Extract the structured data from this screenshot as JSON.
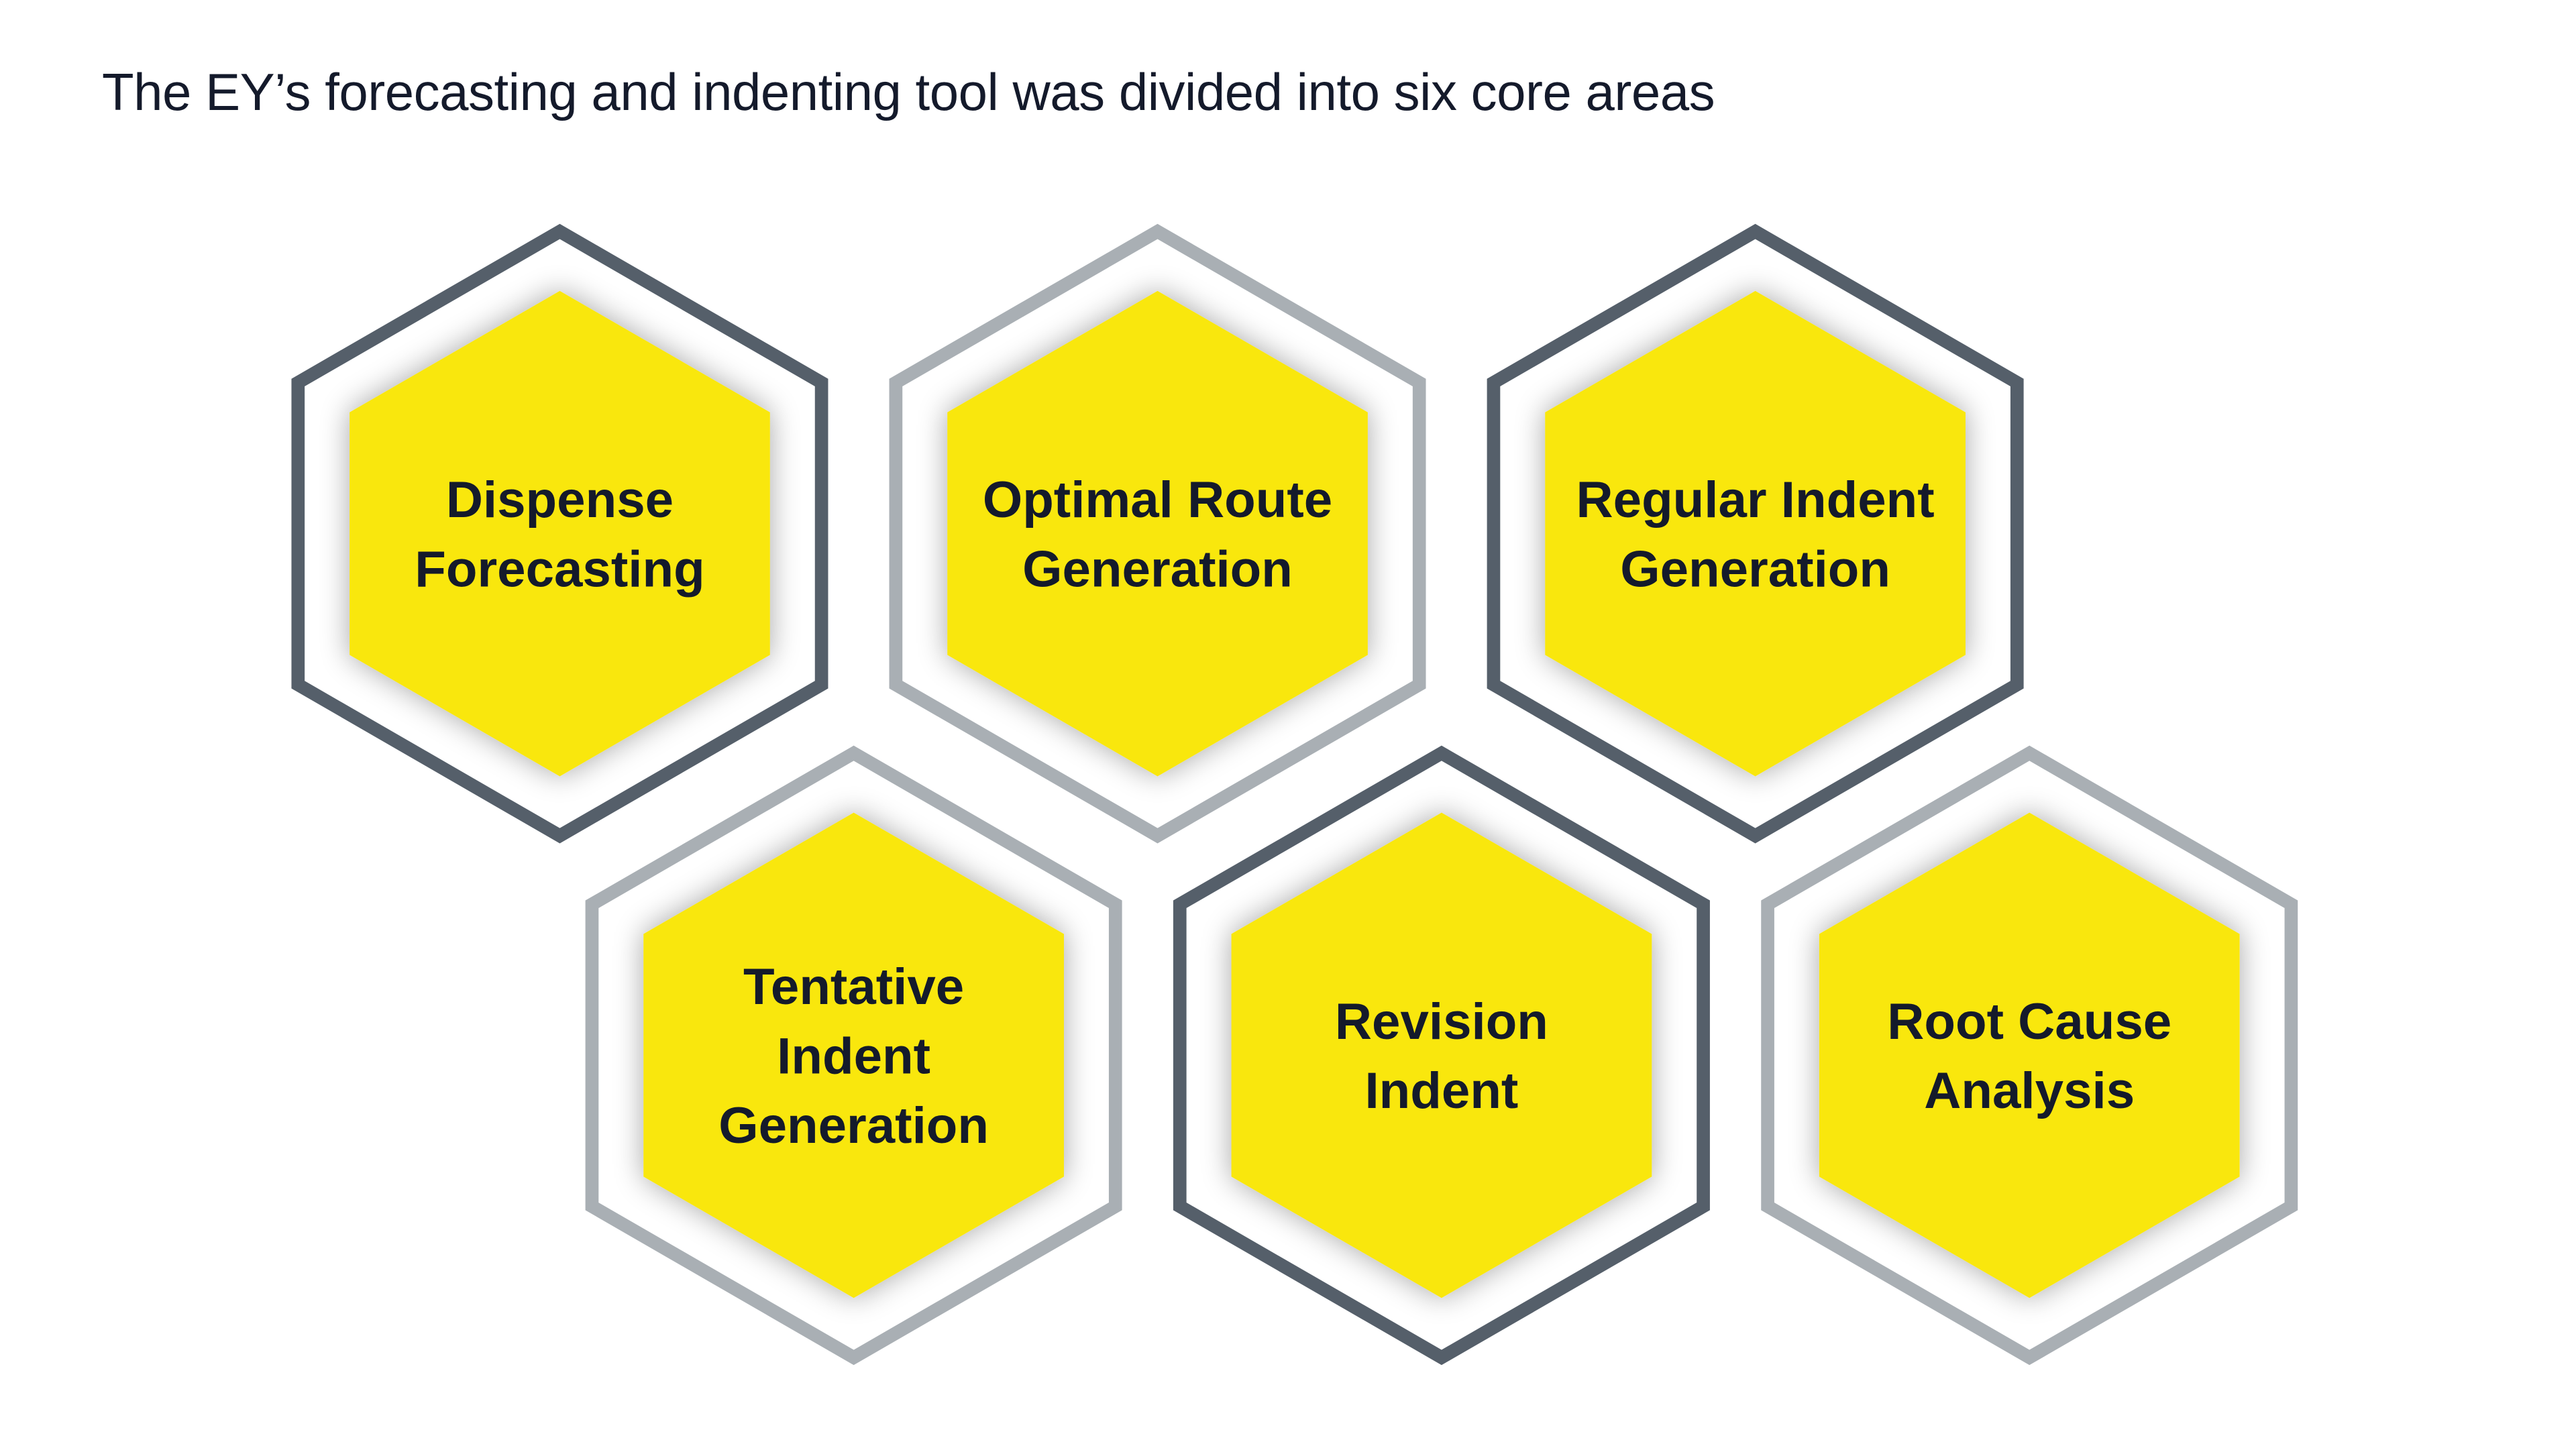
{
  "title": "The EY’s forecasting and indenting tool was divided into six core areas",
  "colors": {
    "dark": "#555f6a",
    "light": "#a9afb4",
    "yellow": "#f9e70c",
    "text": "#141a2b"
  },
  "areas": [
    {
      "lines": [
        "Dispense",
        "Forecasting"
      ],
      "border": "dark"
    },
    {
      "lines": [
        "Optimal Route",
        "Generation"
      ],
      "border": "light"
    },
    {
      "lines": [
        "Regular Indent",
        "Generation"
      ],
      "border": "dark"
    },
    {
      "lines": [
        "Tentative",
        "Indent",
        "Generation"
      ],
      "border": "light"
    },
    {
      "lines": [
        "Revision",
        "Indent"
      ],
      "border": "dark"
    },
    {
      "lines": [
        "Root Cause",
        "Analysis"
      ],
      "border": "light"
    }
  ]
}
